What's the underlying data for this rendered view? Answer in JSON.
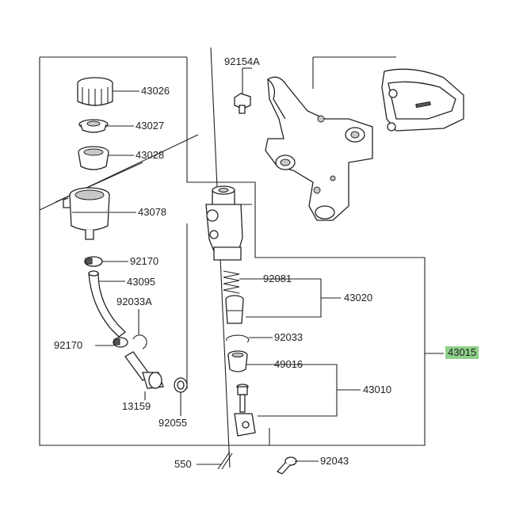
{
  "highlight_color": "#8fd08a",
  "labels": {
    "p92154A": "92154A",
    "p43026": "43026",
    "p43027": "43027",
    "p43028": "43028",
    "p43078": "43078",
    "p92170a": "92170",
    "p43095": "43095",
    "p92033A": "92033A",
    "p92170b": "92170",
    "p13159": "13159",
    "p92055": "92055",
    "p92081": "92081",
    "p43020": "43020",
    "p92033": "92033",
    "p49016": "49016",
    "p43010": "43010",
    "p43015": "43015",
    "p550": "550",
    "p92043": "92043"
  }
}
